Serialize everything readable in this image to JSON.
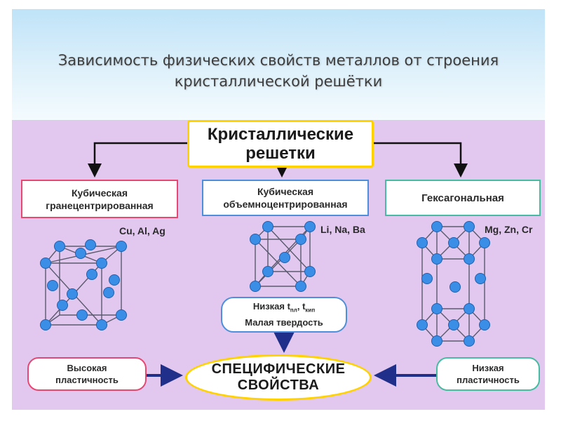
{
  "title": {
    "line1": "Зависимость физических свойств металлов от строения",
    "line2": "кристаллической решётки"
  },
  "main_box": {
    "line1": "Кристаллические",
    "line2": "решетки"
  },
  "lattices": {
    "fcc": {
      "line1": "Кубическая",
      "line2": "гранецентрированная",
      "elements": "Cu, Al, Ag"
    },
    "bcc": {
      "line1": "Кубическая",
      "line2": "объемноцентрированная",
      "elements": "Li, Na, Ba"
    },
    "hex": {
      "label": "Гексагональная",
      "elements": "Mg, Zn, Cr"
    }
  },
  "bcc_props": {
    "line1_prefix": "Низкая t",
    "sub1": "пл",
    "sep": ", t",
    "sub2": "кип",
    "line2": "Малая твердость"
  },
  "specific": {
    "line1": "СПЕЦИФИЧЕСКИЕ",
    "line2": "СВОЙСТВА"
  },
  "high_plasticity": {
    "line1": "Высокая",
    "line2": "пластичность"
  },
  "low_plasticity": {
    "line1": "Низкая",
    "line2": "пластичность"
  },
  "colors": {
    "atom": "#3a8ee6",
    "fcc_border": "#e64873",
    "bcc_border": "#4d8fda",
    "hex_border": "#46bca0",
    "highlight": "#ffd200",
    "arrow": "#1f2f8a"
  }
}
